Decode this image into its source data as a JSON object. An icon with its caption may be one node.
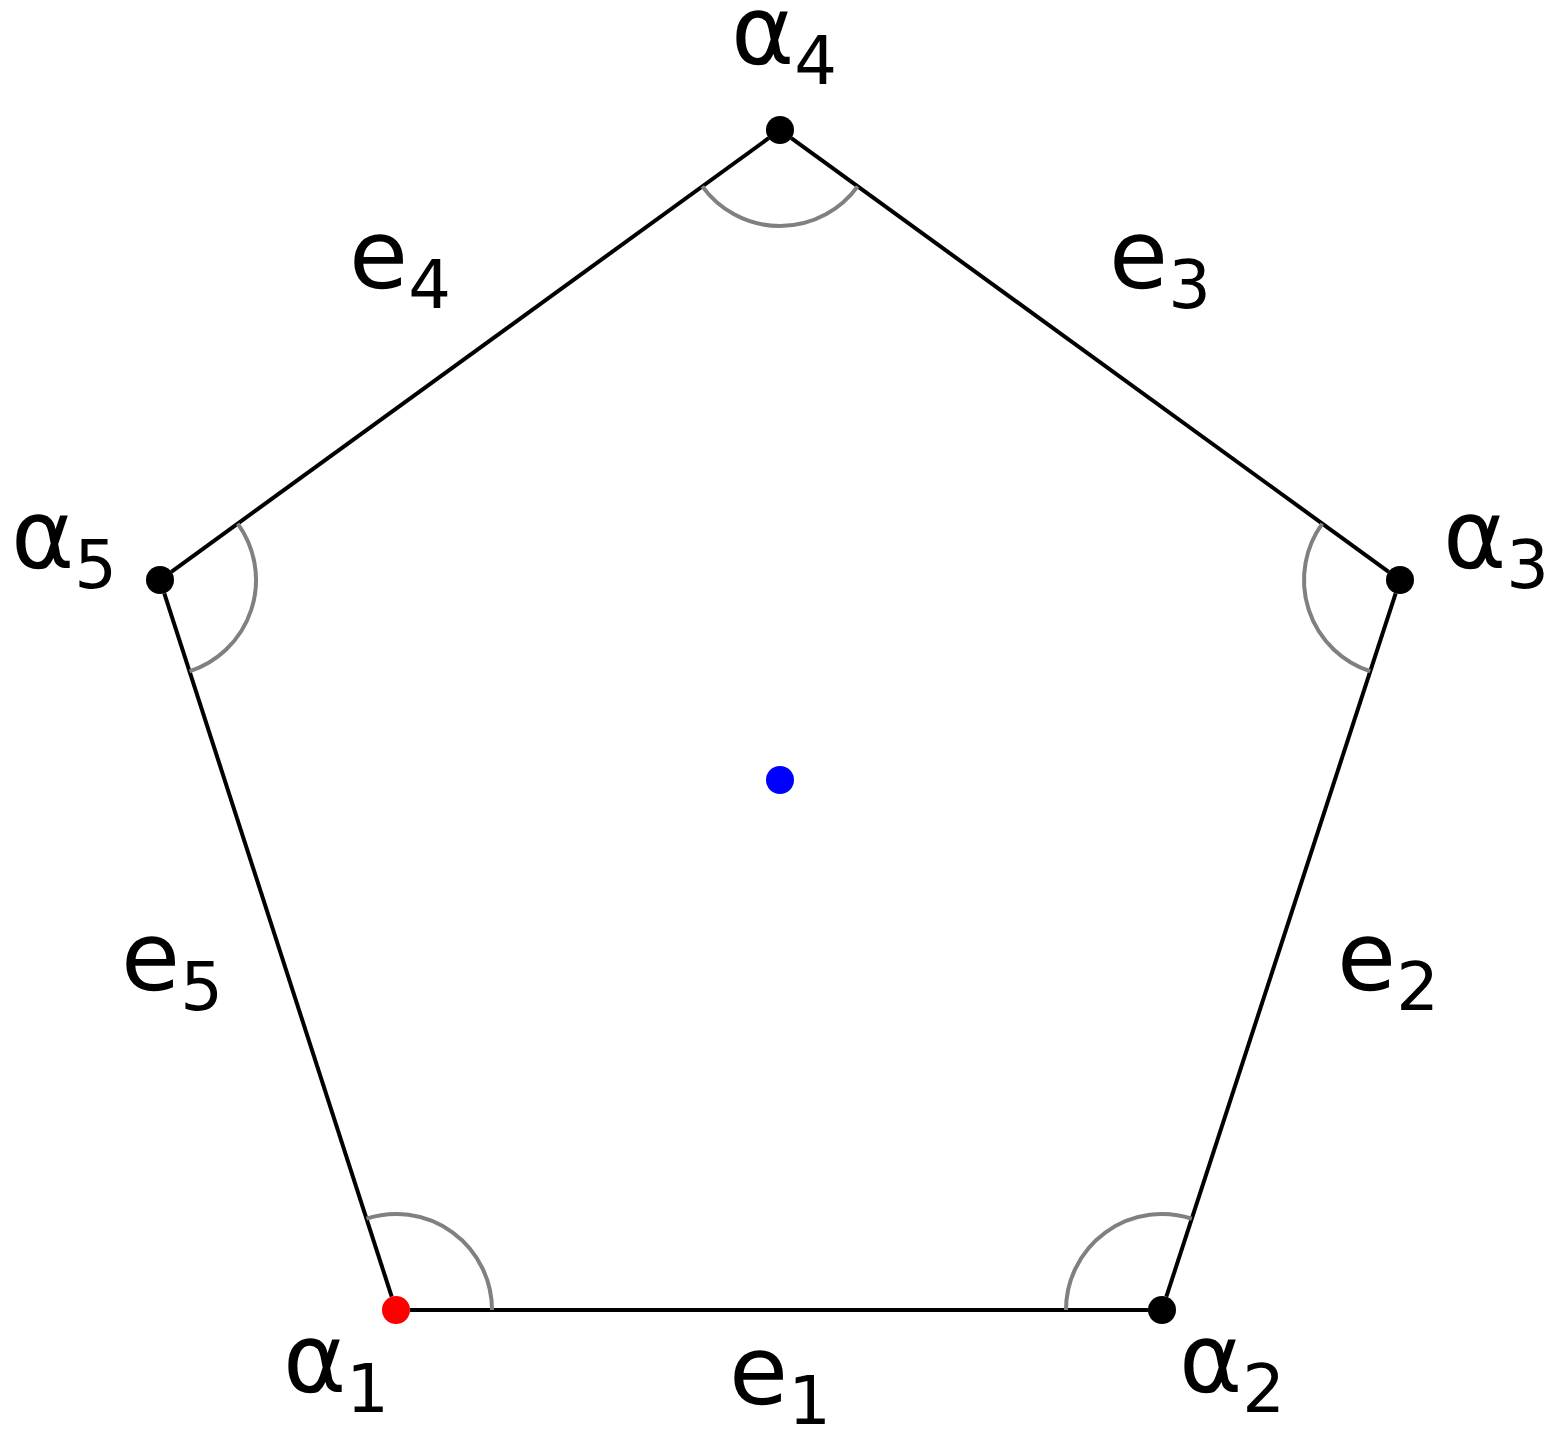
{
  "diagram": {
    "nodes": [
      {
        "text": [],
        "shape": "circle",
        "beside": [
          "α$_{4}$"
        ]
      },
      {
        "text": [],
        "shape": "circle",
        "beside": [
          "α$_{5}$"
        ]
      },
      {
        "text": [],
        "shape": "circle",
        "beside": [
          "α$_{3}$"
        ]
      },
      {
        "text": [],
        "shape": "circle"
      },
      {
        "text": [],
        "shape": "circle",
        "beside": [
          "α$_{1}$"
        ]
      },
      {
        "text": [],
        "shape": "circle",
        "beside": [
          "α$_{2}$"
        ]
      }
    ],
    "edges": [
      {
        "from": 4,
        "to": 5,
        "arrow": "none",
        "label": "e$_{1}$"
      },
      {
        "from": 5,
        "to": 2,
        "arrow": "none",
        "label": "e$_{2}$"
      },
      {
        "from": 2,
        "to": 0,
        "arrow": "none",
        "label": "e$_{3}$"
      },
      {
        "from": 0,
        "to": 1,
        "arrow": "none",
        "label": "e$_{4}$"
      },
      {
        "from": 1,
        "to": 4,
        "arrow": "none",
        "label": "e$_{5}$"
      }
    ]
  }
}
